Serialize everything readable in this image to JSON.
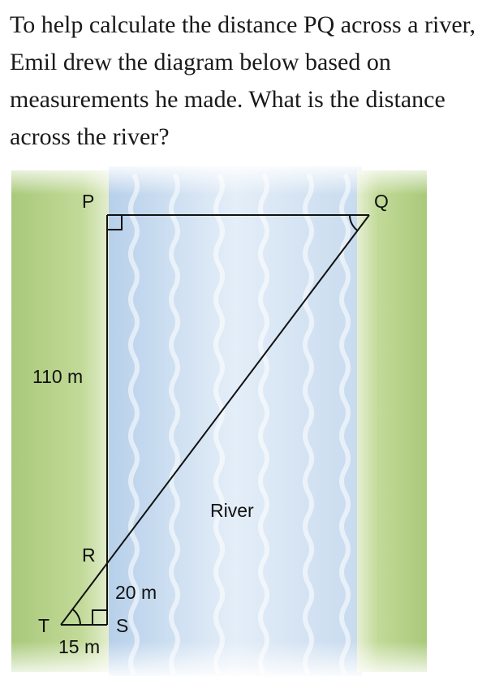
{
  "question": {
    "text": "To help calculate the distance PQ across a river, Emil drew the diagram below based on measurements he made. What is the distance across the river?"
  },
  "diagram": {
    "points": {
      "P": "P",
      "Q": "Q",
      "R": "R",
      "S": "S",
      "T": "T"
    },
    "measures": {
      "PR": "110 m",
      "RS": "20 m",
      "TS": "15 m"
    },
    "region_label": "River",
    "colors": {
      "bank": "#bcd68f",
      "water": "#c8dcef",
      "line": "#111111"
    }
  }
}
